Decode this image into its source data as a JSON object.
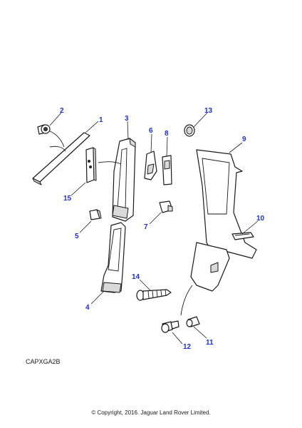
{
  "diagram": {
    "reference_code": "CAPXGA2B",
    "copyright": "© Copyright, 2016. Jaguar Land Rover Limited.",
    "callouts": [
      "1",
      "2",
      "3",
      "4",
      "5",
      "6",
      "7",
      "8",
      "9",
      "10",
      "11",
      "12",
      "13",
      "14",
      "15"
    ],
    "callout_color": "#1a2fe0"
  }
}
